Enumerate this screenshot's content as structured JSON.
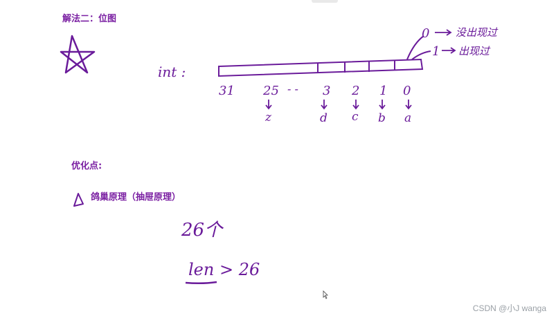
{
  "section1": {
    "title": "解法二：位图"
  },
  "bitmap": {
    "type_label": "int :",
    "bit_positions": [
      "31",
      "25",
      "- -",
      "3",
      "2",
      "1",
      "0"
    ],
    "mapped_letters": [
      "z",
      "d",
      "c",
      "b",
      "a"
    ],
    "legend": [
      {
        "value": "0",
        "meaning": "没出现过"
      },
      {
        "value": "1",
        "meaning": "出现过"
      }
    ]
  },
  "section2": {
    "title": "优化点:",
    "item_title": "鸽巢原理（抽屉原理）",
    "note_line1": "26个",
    "note_line2": "len > 26"
  },
  "watermark": "CSDN @小J wanga",
  "colors": {
    "ink": "#6a1b9a",
    "heading": "#7a1fa2",
    "watermark": "#9aa0a6"
  }
}
